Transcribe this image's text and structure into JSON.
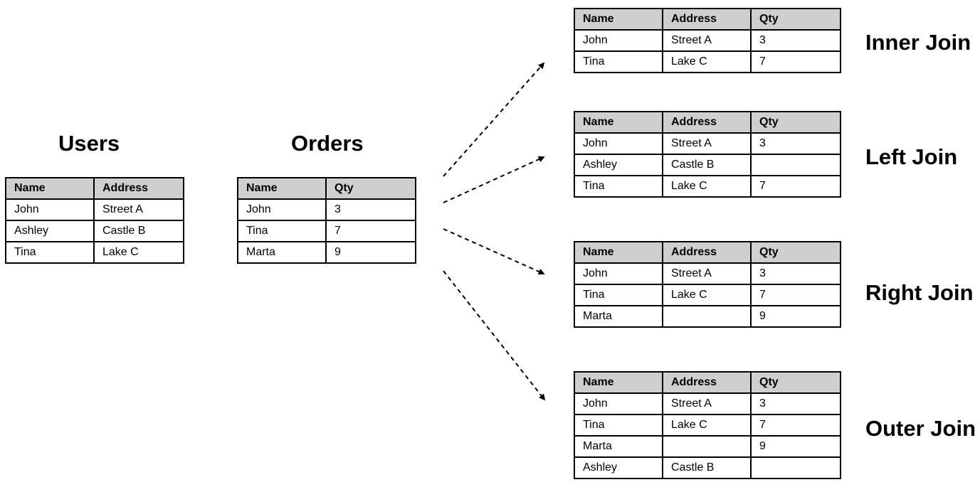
{
  "source": {
    "users": {
      "title": "Users",
      "columns": [
        "Name",
        "Address"
      ],
      "rows": [
        [
          "John",
          "Street A"
        ],
        [
          "Ashley",
          "Castle B"
        ],
        [
          "Tina",
          "Lake C"
        ]
      ]
    },
    "orders": {
      "title": "Orders",
      "columns": [
        "Name",
        "Qty"
      ],
      "rows": [
        [
          "John",
          "3"
        ],
        [
          "Tina",
          "7"
        ],
        [
          "Marta",
          "9"
        ]
      ]
    }
  },
  "joins": [
    {
      "label": "Inner Join",
      "columns": [
        "Name",
        "Address",
        "Qty"
      ],
      "rows": [
        [
          "John",
          "Street A",
          "3"
        ],
        [
          "Tina",
          "Lake C",
          "7"
        ]
      ]
    },
    {
      "label": "Left Join",
      "columns": [
        "Name",
        "Address",
        "Qty"
      ],
      "rows": [
        [
          "John",
          "Street A",
          "3"
        ],
        [
          "Ashley",
          "Castle B",
          ""
        ],
        [
          "Tina",
          "Lake C",
          "7"
        ]
      ]
    },
    {
      "label": "Right Join",
      "columns": [
        "Name",
        "Address",
        "Qty"
      ],
      "rows": [
        [
          "John",
          "Street A",
          "3"
        ],
        [
          "Tina",
          "Lake C",
          "7"
        ],
        [
          "Marta",
          "",
          "9"
        ]
      ]
    },
    {
      "label": "Outer Join",
      "columns": [
        "Name",
        "Address",
        "Qty"
      ],
      "rows": [
        [
          "John",
          "Street A",
          "3"
        ],
        [
          "Tina",
          "Lake C",
          "7"
        ],
        [
          "Marta",
          "",
          "9"
        ],
        [
          "Ashley",
          "Castle B",
          ""
        ]
      ]
    }
  ]
}
